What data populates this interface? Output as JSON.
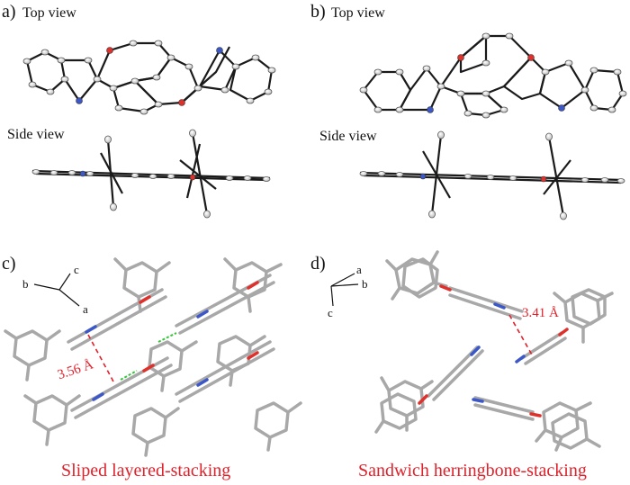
{
  "panels": {
    "a": {
      "label": "a)",
      "top_view": "Top view",
      "side_view": "Side view"
    },
    "b": {
      "label": "b)",
      "top_view": "Top view",
      "side_view": "Side view"
    },
    "c": {
      "label": "c)",
      "distance": "3.56 Å",
      "caption": "Sliped layered-stacking",
      "axes": {
        "x": "b",
        "y": "c",
        "z": "a"
      }
    },
    "d": {
      "label": "d)",
      "distance": "3.41 Å",
      "caption": "Sandwich herringbone-stacking",
      "axes": {
        "x": "b",
        "y": "c",
        "z": "a"
      }
    }
  },
  "colors": {
    "bond": "#1a1a1a",
    "atom": "#d9d9d9",
    "oxygen": "#e0302c",
    "nitrogen": "#3b57c8",
    "stick": "#a8a8a8",
    "highlight": "#e0202a",
    "contact": "#39c53b"
  }
}
